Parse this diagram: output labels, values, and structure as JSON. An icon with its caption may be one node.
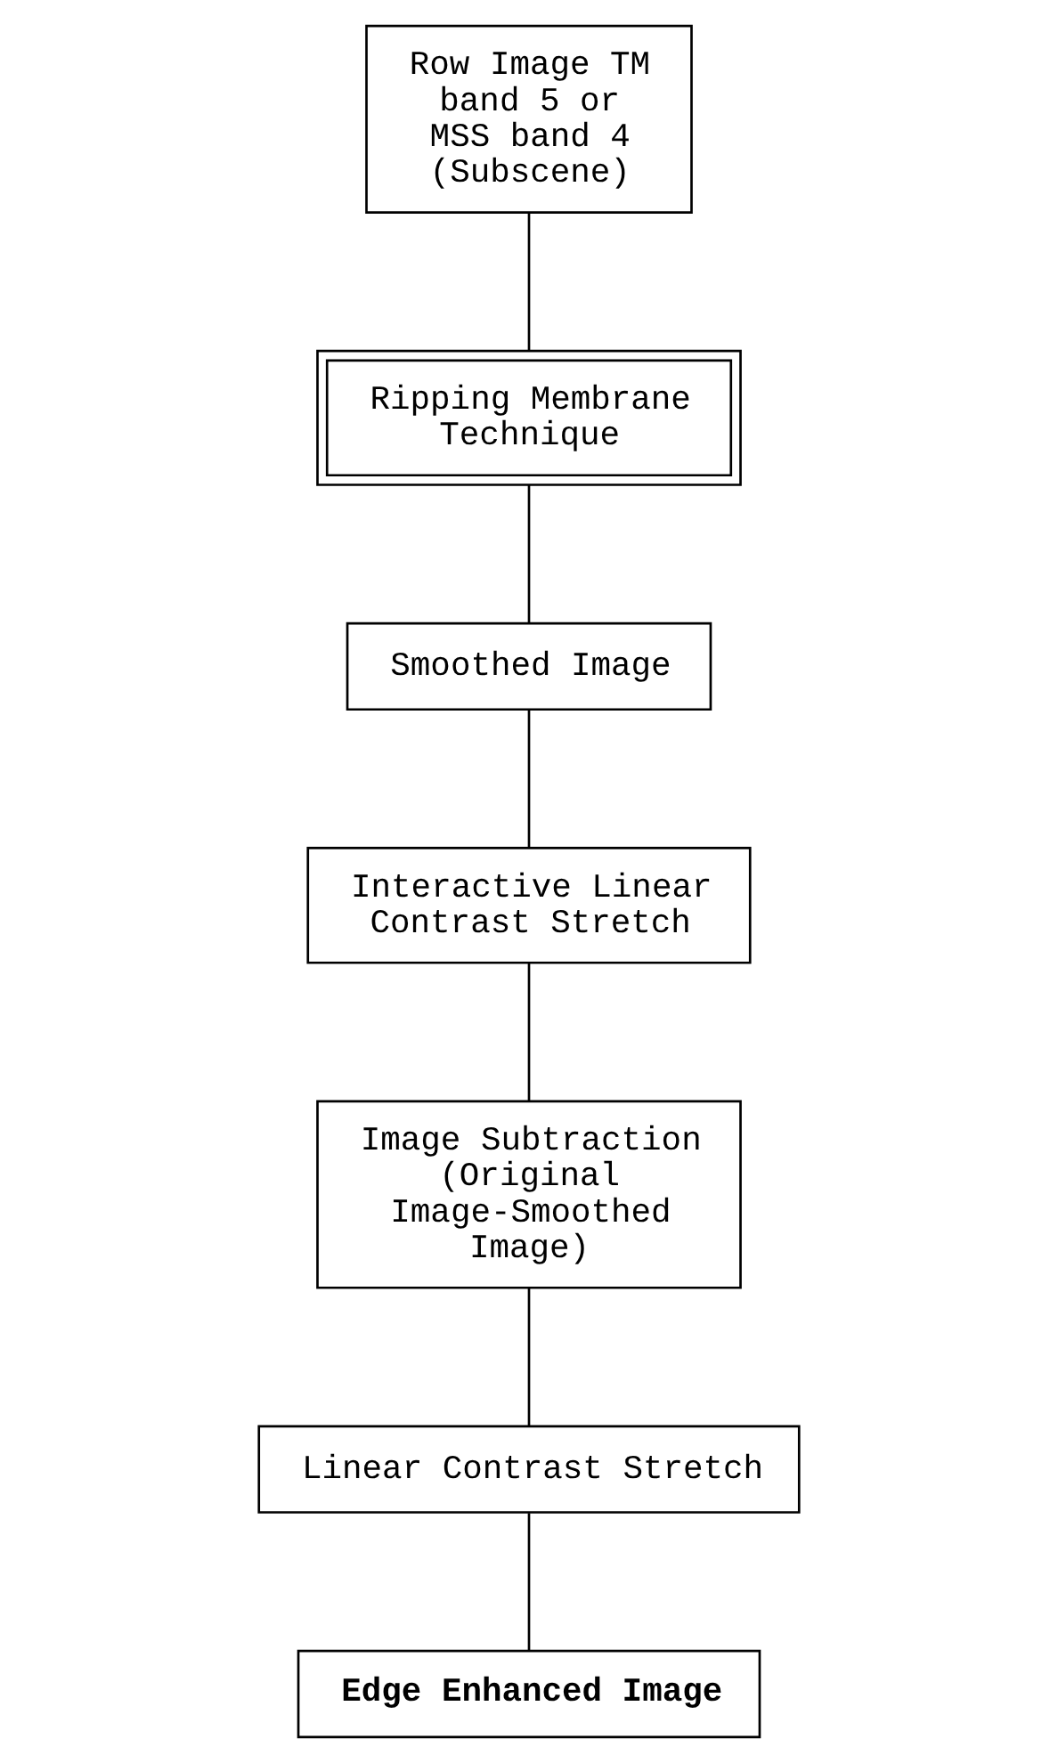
{
  "diagram": {
    "nodes": [
      {
        "text": [
          "Row Image TM band 5 or MSS band 4 (Subscene)"
        ]
      },
      {
        "text": [
          "Ripping Membrane Technique"
        ]
      },
      {
        "text": [
          "Smoothed Image"
        ]
      },
      {
        "text": [
          "Interactive Linear Contrast Stretch"
        ]
      },
      {
        "text": [
          "Image Subtraction (Original Image-Smoothed Image)"
        ]
      },
      {
        "text": [
          "Linear Contrast Stretch"
        ]
      },
      {
        "text": [
          "Edge Enhanced Image"
        ]
      }
    ],
    "edges": [
      {
        "from": 0,
        "to": 1,
        "arrow": "none"
      },
      {
        "from": 1,
        "to": 2,
        "arrow": "none"
      },
      {
        "from": 2,
        "to": 3,
        "arrow": "none"
      },
      {
        "from": 3,
        "to": 4,
        "arrow": "none"
      },
      {
        "from": 4,
        "to": 5,
        "arrow": "none"
      },
      {
        "from": 5,
        "to": 6,
        "arrow": "none"
      }
    ]
  }
}
